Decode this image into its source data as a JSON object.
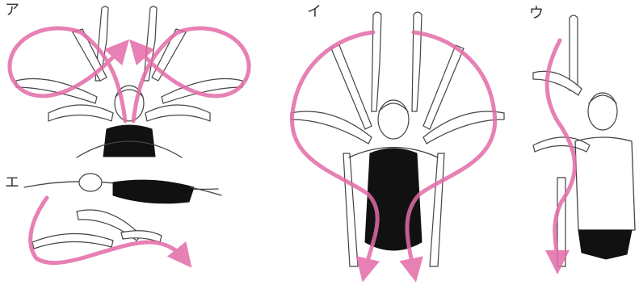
{
  "panels": {
    "a": {
      "label": "ア"
    },
    "i": {
      "label": "イ"
    },
    "u": {
      "label": "ウ"
    },
    "e": {
      "label": "エ"
    }
  },
  "colors": {
    "arrow": "#e36ba7",
    "line": "#444444",
    "suit": "#111111"
  }
}
